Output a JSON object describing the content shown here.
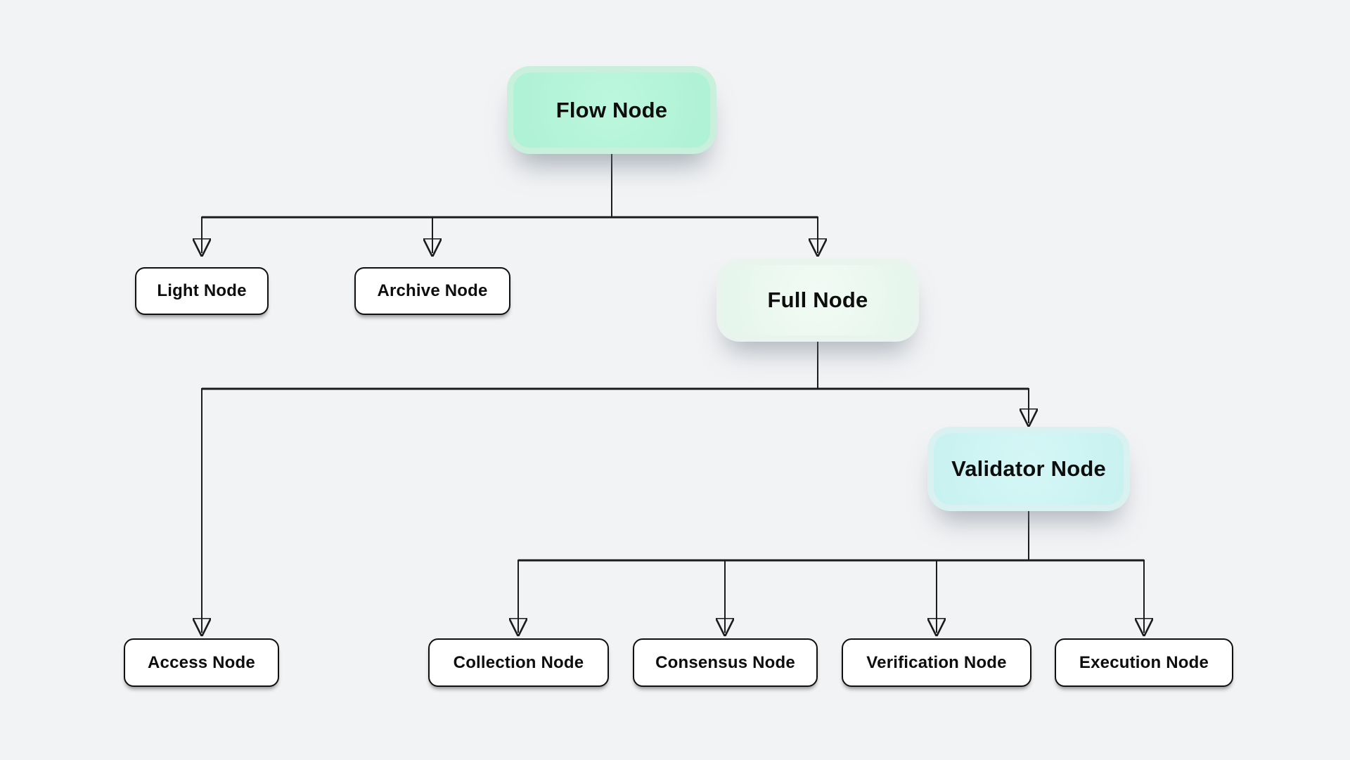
{
  "diagram": {
    "title": "Flow Node hierarchy diagram",
    "background_color": "#f2f3f5",
    "line_color": "#1c1c1e",
    "text_color": "#0d0d0d",
    "node_border_color": "#101010",
    "nodes": {
      "flow": {
        "label": "Flow Node",
        "fill": "#b2f4d8",
        "style": "accent-mint"
      },
      "light": {
        "label": "Light Node",
        "fill": "#ffffff",
        "style": "outlined"
      },
      "archive": {
        "label": "Archive Node",
        "fill": "#ffffff",
        "style": "outlined"
      },
      "full": {
        "label": "Full Node",
        "fill": "#e9f7ef",
        "style": "accent-pale-mint"
      },
      "access": {
        "label": "Access Node",
        "fill": "#ffffff",
        "style": "outlined"
      },
      "validator": {
        "label": "Validator Node",
        "fill": "#cbf3f3",
        "style": "accent-cyan"
      },
      "collection": {
        "label": "Collection Node",
        "fill": "#ffffff",
        "style": "outlined"
      },
      "consensus": {
        "label": "Consensus Node",
        "fill": "#ffffff",
        "style": "outlined"
      },
      "verification": {
        "label": "Verification Node",
        "fill": "#ffffff",
        "style": "outlined"
      },
      "execution": {
        "label": "Execution Node",
        "fill": "#ffffff",
        "style": "outlined"
      }
    },
    "edges": [
      {
        "from": "flow",
        "to": "light"
      },
      {
        "from": "flow",
        "to": "archive"
      },
      {
        "from": "flow",
        "to": "full"
      },
      {
        "from": "full",
        "to": "access"
      },
      {
        "from": "full",
        "to": "validator"
      },
      {
        "from": "validator",
        "to": "collection"
      },
      {
        "from": "validator",
        "to": "consensus"
      },
      {
        "from": "validator",
        "to": "verification"
      },
      {
        "from": "validator",
        "to": "execution"
      }
    ]
  }
}
